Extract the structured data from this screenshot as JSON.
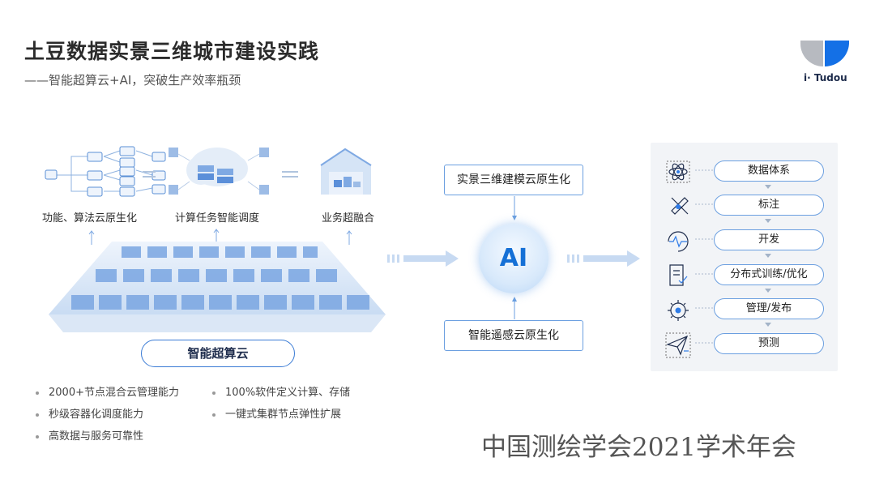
{
  "header": {
    "title": "土豆数据实景三维城市建设实践",
    "subtitle": "——智能超算云+AI，突破生产效率瓶颈"
  },
  "logo": {
    "text": "i· Tudou",
    "colors": [
      "#b0b4bb",
      "#1470e6"
    ]
  },
  "left_section": {
    "labels": [
      "功能、算法云原生化",
      "计算任务智能调度",
      "业务超融合"
    ],
    "cloud_label": "智能超算云",
    "bullets_col1": [
      "2000+节点混合云管理能力",
      "秒级容器化调度能力",
      "高数据与服务可靠性"
    ],
    "bullets_col2": [
      "100%软件定义计算、存储",
      "一键式集群节点弹性扩展"
    ]
  },
  "center_section": {
    "top_box": "实景三维建模云原生化",
    "ai_label": "AI",
    "bottom_box": "智能遥感云原生化"
  },
  "right_section": {
    "steps": [
      {
        "label": "数据体系",
        "icon": "atom-icon"
      },
      {
        "label": "标注",
        "icon": "pencil-ruler-icon"
      },
      {
        "label": "开发",
        "icon": "pulse-cycle-icon"
      },
      {
        "label": "分布式训练/优化",
        "icon": "document-check-icon"
      },
      {
        "label": "管理/发布",
        "icon": "gear-icon"
      },
      {
        "label": "预测",
        "icon": "send-icon"
      }
    ]
  },
  "footer": "中国测绘学会2021学术年会",
  "colors": {
    "accent": "#3a7bd5",
    "box_border": "#6b9fe0",
    "panel_bg": "#f2f4f7"
  }
}
